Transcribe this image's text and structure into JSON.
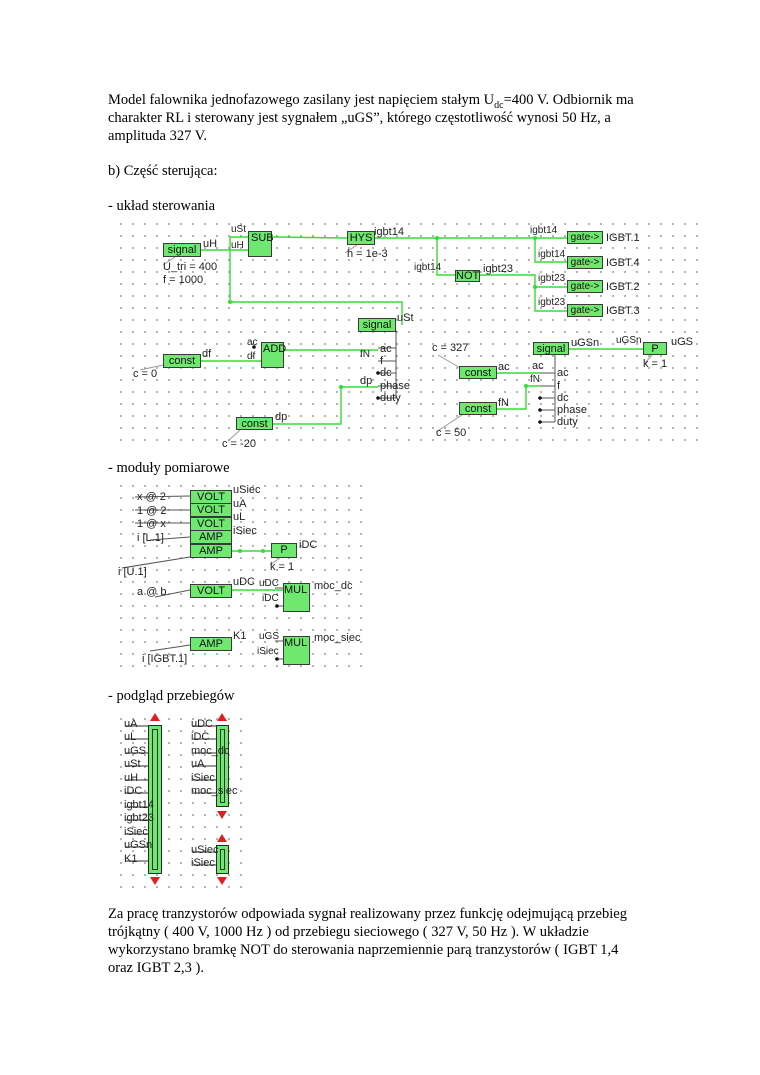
{
  "intro": {
    "line1_a": "Model falownika jednofazowego zasilany jest napięciem stałym U",
    "line1_sub": "dc",
    "line1_b": "=400 V. Odbiornik ma",
    "line2": "charakter RL i sterowany jest sygnałem „uGS”, którego częstotliwość wynosi 50 Hz, a",
    "line3": "amplituda 327 V."
  },
  "section_b": "b) Część sterująca:",
  "control": {
    "heading": "- układ sterowania",
    "signal_tri": {
      "label": "signal",
      "out": "uH",
      "param1": "U_tri = 400",
      "param2": "f = 1000"
    },
    "sub": {
      "label": "SUB",
      "in1": "uSt",
      "in2": "uH"
    },
    "hys": {
      "label": "HYS",
      "out": "igbt14",
      "param": "h = 1e-3"
    },
    "not": {
      "label": "NOT",
      "in": "igbt14",
      "out": "igbt23"
    },
    "gates": [
      {
        "in": "igbt14",
        "label": "gate->",
        "out": "IGBT.1"
      },
      {
        "in": "igbt14",
        "label": "gate->",
        "out": "IGBT.4"
      },
      {
        "in": "igbt23",
        "label": "gate->",
        "out": "IGBT.2"
      },
      {
        "in": "igbt23",
        "label": "gate->",
        "out": "IGBT.3"
      }
    ],
    "signal_st": {
      "label": "signal",
      "out": "uSt",
      "in_ac": "fN",
      "pins": [
        "ac",
        "f",
        "dc",
        "phase",
        "duty"
      ]
    },
    "const_df": {
      "label": "const",
      "out": "df",
      "param": "c = 0"
    },
    "add": {
      "label": "ADD",
      "in1": "ac",
      "in2": "df"
    },
    "const_dp": {
      "label": "const",
      "out": "dp",
      "param": "c = -20",
      "pin_label": "dp"
    },
    "const_ac": {
      "label": "const",
      "out": "ac",
      "param": "c = 327",
      "pin_label": "ac"
    },
    "const_fn": {
      "label": "const",
      "out": "fN",
      "param": "c = 50",
      "pin_label": "fN"
    },
    "signal_gs": {
      "label": "signal",
      "out": "uGSn",
      "pins": [
        "ac",
        "f",
        "dc",
        "phase",
        "duty"
      ]
    },
    "p": {
      "label": "P",
      "in": "uGSn",
      "out": "uGS",
      "param": "k = 1"
    }
  },
  "measure": {
    "heading": "- moduły pomiarowe",
    "rows": [
      {
        "src": "x @ 2",
        "label": "VOLT",
        "out": "uSiec"
      },
      {
        "src": "1 @ 2",
        "label": "VOLT",
        "out": "uA"
      },
      {
        "src": "1 @ x",
        "label": "VOLT",
        "out": "uL"
      },
      {
        "src": "i [L.1]",
        "label": "AMP",
        "out": "iSiec"
      },
      {
        "src": "i [U.1]",
        "label": "AMP",
        "out": ""
      }
    ],
    "p": {
      "label": "P",
      "out": "iDC",
      "param": "k = 1"
    },
    "volt_dc": {
      "src": "a @ b",
      "label": "VOLT",
      "out": "uDC"
    },
    "mul1": {
      "label": "MUL",
      "in1": "uDC",
      "in2": "iDC",
      "out": "moc_dc"
    },
    "amp_k1": {
      "src": "i [IGBT.1]",
      "label": "AMP",
      "out": "K1"
    },
    "mul2": {
      "label": "MUL",
      "in1": "uGS",
      "in2": "iSiec",
      "out": "moc_siec"
    }
  },
  "scopes": {
    "heading": "- podgląd przebiegów",
    "scope1": [
      "uA",
      "uL",
      "uGS",
      "uSt",
      "uH",
      "iDC",
      "igbt14",
      "igbt23",
      "iSiec",
      "uGSn",
      "K1"
    ],
    "scope2": [
      "uDC",
      "iDC",
      "moc_dc",
      "uA",
      "iSiec",
      "moc_siec"
    ],
    "scope3": [
      "uSiec",
      "iSiec"
    ]
  },
  "outro": {
    "line1": "Za pracę tranzystorów odpowiada sygnał realizowany przez funkcję odejmującą przebieg",
    "line2": "trójkątny ( 400 V, 1000 Hz ) od przebiegu sieciowego ( 327 V, 50 Hz ). W układzie",
    "line3": "wykorzystano bramkę NOT do sterowania naprzemiennie parą tranzystorów ( IGBT 1,4",
    "line4": "oraz IGBT 2,3 )."
  },
  "colors": {
    "block": "#6ee86e",
    "wire": "#33dd33",
    "scope_arrow": "#e02020"
  }
}
